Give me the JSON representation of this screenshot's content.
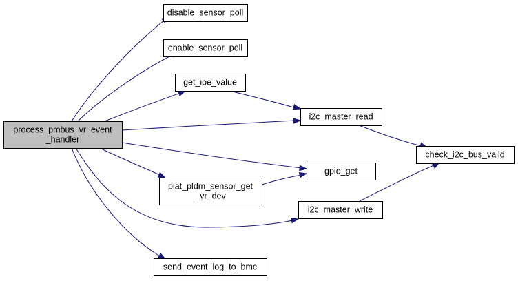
{
  "colors": {
    "edge": "#191970",
    "node_fill": "#ffffff",
    "root_fill": "#bfbfbf",
    "node_border": "#000000"
  },
  "nodes": [
    {
      "id": "root",
      "lines": [
        "process_pmbus_vr_event",
        "_handler"
      ],
      "highlight": true
    },
    {
      "id": "disable",
      "lines": [
        "disable_sensor_poll"
      ]
    },
    {
      "id": "enable",
      "lines": [
        "enable_sensor_poll"
      ]
    },
    {
      "id": "ioe",
      "lines": [
        "get_ioe_value"
      ]
    },
    {
      "id": "plat",
      "lines": [
        "plat_pldm_sensor_get",
        "_vr_dev"
      ]
    },
    {
      "id": "send",
      "lines": [
        "send_event_log_to_bmc"
      ]
    },
    {
      "id": "read",
      "lines": [
        "i2c_master_read"
      ]
    },
    {
      "id": "gpio",
      "lines": [
        "gpio_get"
      ]
    },
    {
      "id": "write",
      "lines": [
        "i2c_master_write"
      ]
    },
    {
      "id": "check",
      "lines": [
        "check_i2c_bus_valid"
      ]
    }
  ],
  "edges": [
    {
      "from": "root",
      "to": "disable"
    },
    {
      "from": "root",
      "to": "enable"
    },
    {
      "from": "root",
      "to": "ioe"
    },
    {
      "from": "root",
      "to": "read"
    },
    {
      "from": "root",
      "to": "gpio"
    },
    {
      "from": "root",
      "to": "plat"
    },
    {
      "from": "root",
      "to": "write"
    },
    {
      "from": "root",
      "to": "send"
    },
    {
      "from": "ioe",
      "to": "read"
    },
    {
      "from": "plat",
      "to": "gpio"
    },
    {
      "from": "read",
      "to": "check"
    },
    {
      "from": "write",
      "to": "check"
    }
  ]
}
